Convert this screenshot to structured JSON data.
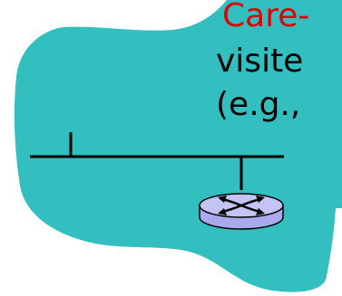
{
  "labels": {
    "careof": "Care-",
    "visited": "visite",
    "eg": "(e.g.,"
  },
  "colors": {
    "network_fill": "#33bfc0",
    "text_primary": "#000000",
    "text_highlight": "#e00000",
    "router_fill": "#a9a9ee",
    "router_stroke": "#000000"
  },
  "icons": {
    "router": "router-icon"
  }
}
